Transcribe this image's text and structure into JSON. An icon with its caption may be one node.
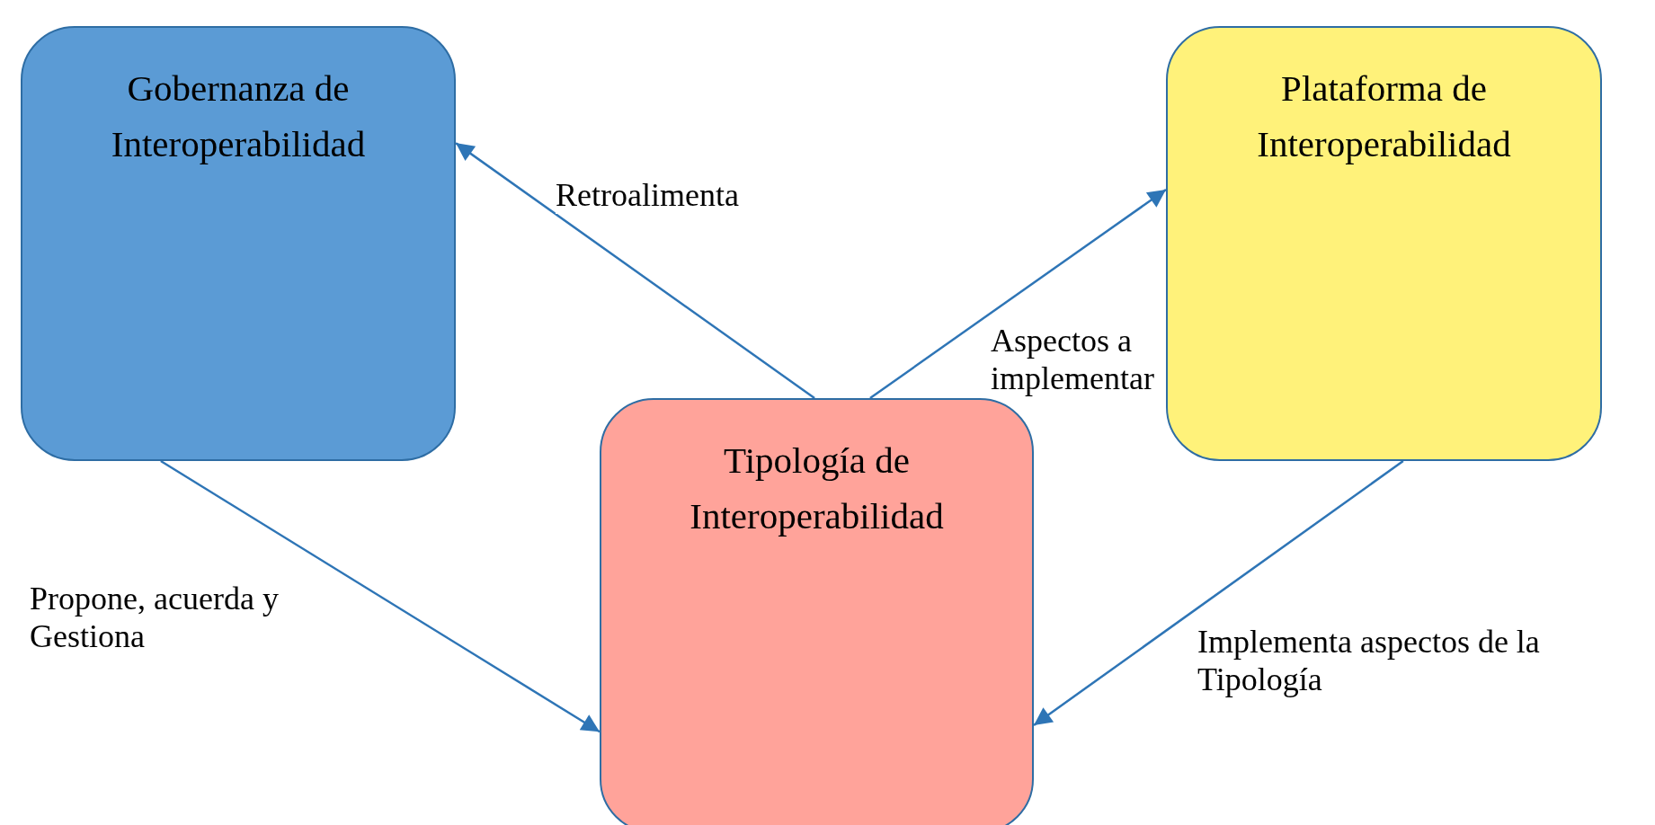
{
  "diagram": {
    "nodes": [
      {
        "text": [
          "Gobernanza de Interoperabilidad"
        ]
      },
      {
        "text": [
          "Plataforma de Interoperabilidad"
        ]
      },
      {
        "text": [
          "Tipología de Interoperabilidad"
        ]
      }
    ],
    "edges": [
      {
        "from": 2,
        "to": 0,
        "arrow": "to",
        "label": "Retroalimenta"
      },
      {
        "from": 2,
        "to": 1,
        "arrow": "to",
        "label": "Aspectos a implementar"
      },
      {
        "from": 0,
        "to": 2,
        "arrow": "to",
        "label": "Propone, acuerda y Gestiona"
      },
      {
        "from": 1,
        "to": 2,
        "arrow": "to",
        "label": "Implementa aspectos de la Tipología"
      }
    ]
  }
}
